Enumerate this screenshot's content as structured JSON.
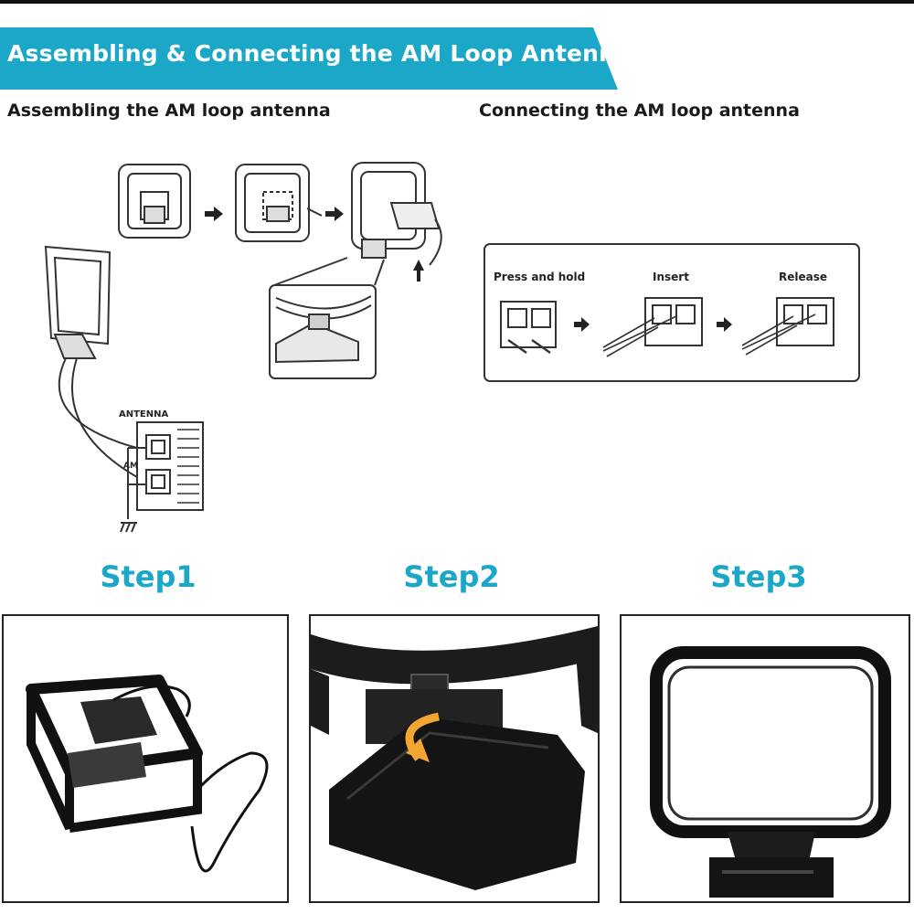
{
  "header": {
    "title": "Assembling & Connecting the AM Loop Antenna",
    "accent_color": "#1ba8c8"
  },
  "sections": {
    "assembling_title": "Assembling the AM loop antenna",
    "connecting_title": "Connecting the AM loop antenna"
  },
  "terminal": {
    "antenna_label": "ANTENNA",
    "am_label": "AM"
  },
  "connect_steps": {
    "press": "Press and hold",
    "insert": "Insert",
    "release": "Release"
  },
  "steps": [
    {
      "label": "Step1"
    },
    {
      "label": "Step2"
    },
    {
      "label": "Step3"
    }
  ],
  "icons": [
    "arrow-right-icon",
    "rotate-arrow-icon",
    "ground-symbol-icon",
    "curved-arrow-icon"
  ]
}
